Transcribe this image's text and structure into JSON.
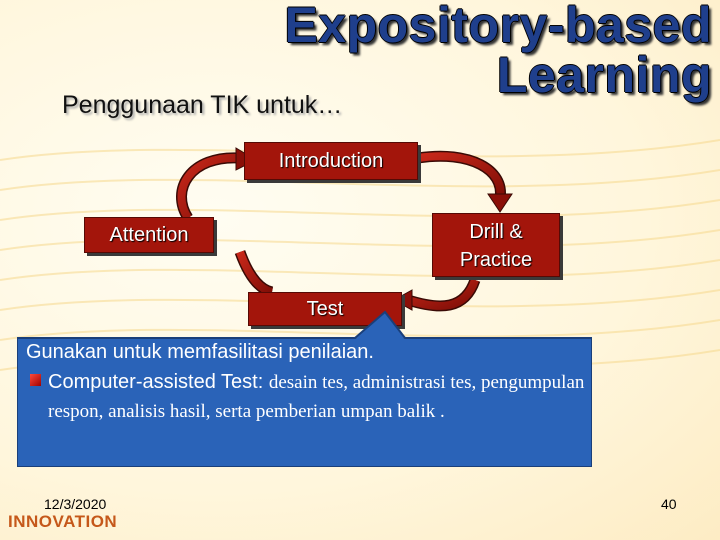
{
  "slide": {
    "title_line1": "Expository-based",
    "title_line2": "Learning",
    "subtitle": "Penggunaan TIK untuk…"
  },
  "diagram": {
    "nodes": {
      "introduction": "Introduction",
      "attention": "Attention",
      "drill_line1": "Drill &",
      "drill_line2": "Practice",
      "test": "Test"
    }
  },
  "callout": {
    "main": "Gunakan untuk memfasilitasi penilaian.",
    "bullet_term": "Computer-assisted Test:",
    "bullet_body": "desain tes, administrasi tes, pengumpulan respon, analisis hasil, serta pemberian umpan balik ."
  },
  "footer": {
    "date": "12/3/2020",
    "brand": "INNOVATION",
    "page": "40"
  },
  "colors": {
    "box": "#a3150b",
    "callout": "#2a63b8",
    "title": "#1f3f8c",
    "arrow": "#a3150b",
    "brand": "#c5581a"
  }
}
